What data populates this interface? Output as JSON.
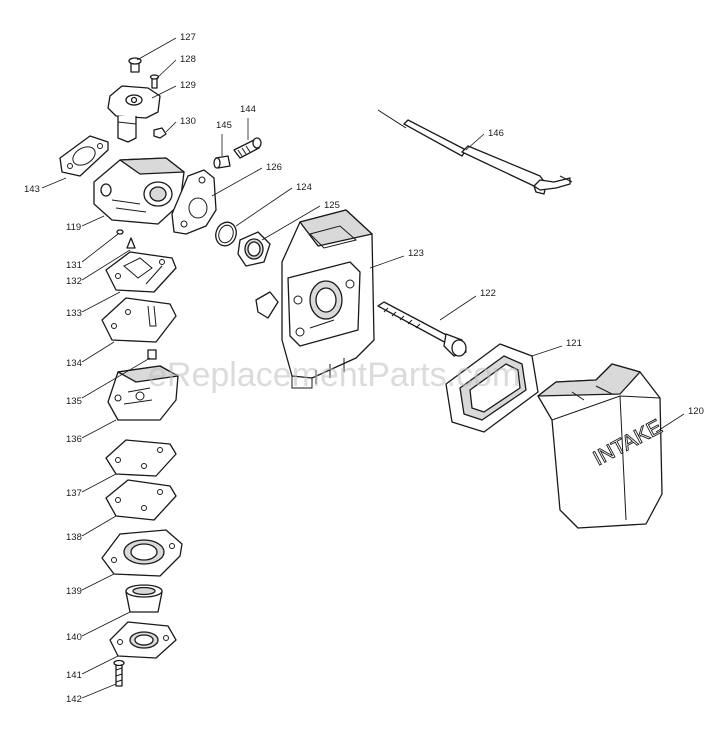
{
  "watermark": "eReplacementParts.com",
  "intake_label": "INTAKE",
  "labels": {
    "p127": "127",
    "p128": "128",
    "p129": "129",
    "p130": "130",
    "p144": "144",
    "p145": "145",
    "p146": "146",
    "p126": "126",
    "p124": "124",
    "p125": "125",
    "p143": "143",
    "p119": "119",
    "p131": "131",
    "p132": "132",
    "p133": "133",
    "p134": "134",
    "p135": "135",
    "p136": "136",
    "p137": "137",
    "p138": "138",
    "p139": "139",
    "p140": "140",
    "p141": "141",
    "p142": "142",
    "p123": "123",
    "p122": "122",
    "p121": "121",
    "p120": "120"
  }
}
